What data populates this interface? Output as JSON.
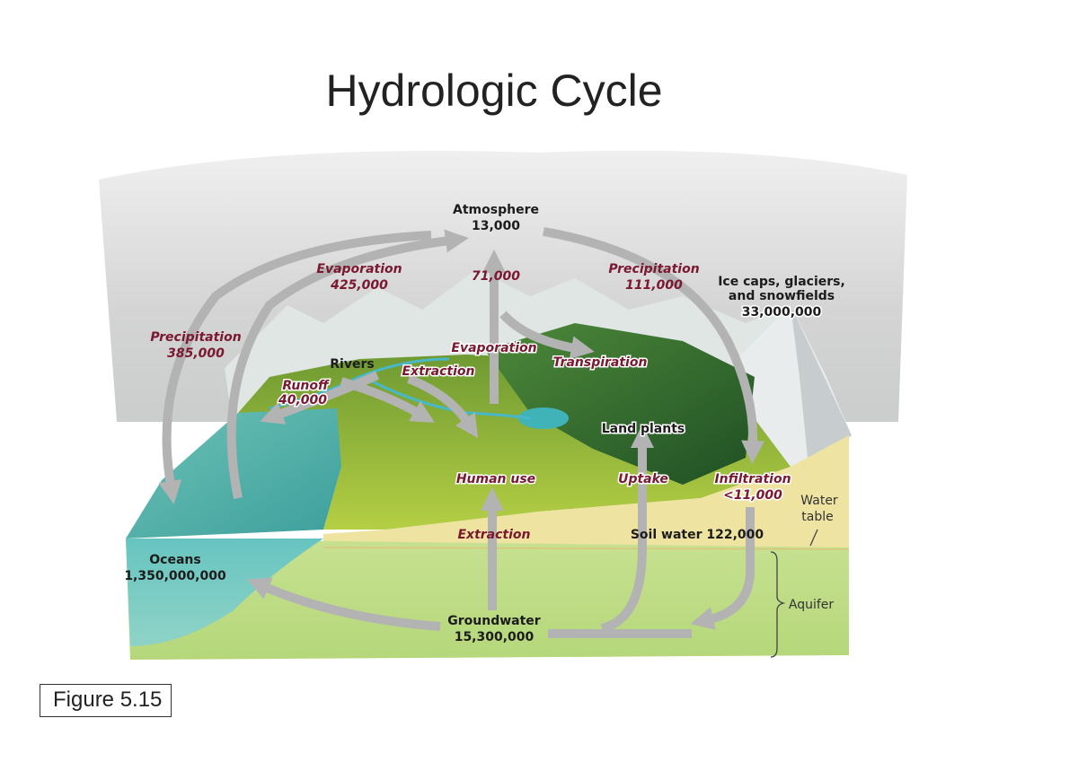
{
  "title": "Hydrologic Cycle",
  "figure_caption": "Figure 5.15",
  "colors": {
    "ocean": "#5fb9b3",
    "soil": "#efe3a2",
    "aquifer": "#c3de8e",
    "grass": "#9cc43c",
    "forest": "#2f6a2e",
    "mountain": "#dfe6e4",
    "sky": "#d7d7d7",
    "arrow": "#b3b3b3",
    "flux_label": "#7a1830"
  },
  "reservoirs": {
    "atmosphere": {
      "name": "Atmosphere",
      "value": "13,000"
    },
    "ice": {
      "line1": "Ice caps, glaciers,",
      "line2": "and snowfields",
      "value": "33,000,000"
    },
    "oceans": {
      "name": "Oceans",
      "value": "1,350,000,000"
    },
    "groundwater": {
      "name": "Groundwater",
      "value": "15,300,000"
    },
    "soil_water": {
      "text": "Soil water 122,000"
    },
    "rivers": {
      "name": "Rivers"
    },
    "land_plants": {
      "name": "Land plants"
    }
  },
  "fluxes": {
    "evaporation_ocean": {
      "name": "Evaporation",
      "value": "425,000"
    },
    "precipitation_ocean": {
      "name": "Precipitation",
      "value": "385,000"
    },
    "precipitation_land": {
      "name": "Precipitation",
      "value": "111,000"
    },
    "land_to_atmosphere": {
      "value": "71,000"
    },
    "evaporation_land": {
      "name": "Evaporation"
    },
    "transpiration": {
      "name": "Transpiration"
    },
    "runoff": {
      "name": "Runoff",
      "value": "40,000"
    },
    "extraction_river": {
      "name": "Extraction"
    },
    "extraction_ground": {
      "name": "Extraction"
    },
    "human_use": {
      "name": "Human use"
    },
    "uptake": {
      "name": "Uptake"
    },
    "infiltration": {
      "name": "Infiltration",
      "value": "<11,000"
    }
  },
  "side_labels": {
    "water_table_1": "Water",
    "water_table_2": "table",
    "aquifer": "Aquifer"
  }
}
